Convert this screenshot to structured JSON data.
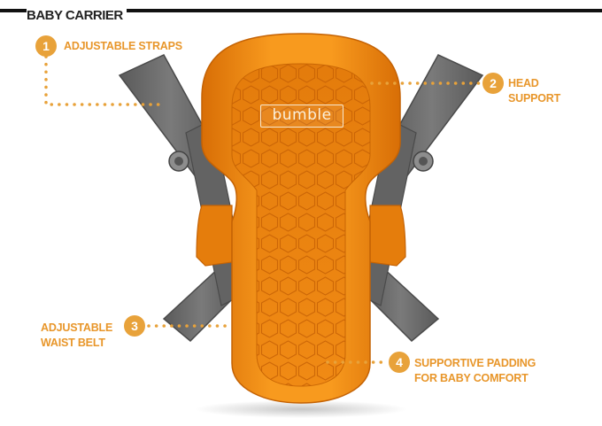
{
  "title": "BABY CARRIER",
  "brand_label": "bumble",
  "callouts": [
    {
      "number": "1",
      "text": "ADJUSTABLE STRAPS"
    },
    {
      "number": "2",
      "line1": "HEAD",
      "line2": "SUPPORT"
    },
    {
      "number": "3",
      "line1": "ADJUSTABLE",
      "line2": "WAIST BELT"
    },
    {
      "number": "4",
      "line1": "SUPPORTIVE PADDING",
      "line2": "FOR BABY COMFORT"
    }
  ],
  "colors": {
    "accent": "#e8962a",
    "badge": "#e8a23a",
    "carrier_orange": "#f08a14",
    "strap_gray": "#6e6e6e"
  }
}
